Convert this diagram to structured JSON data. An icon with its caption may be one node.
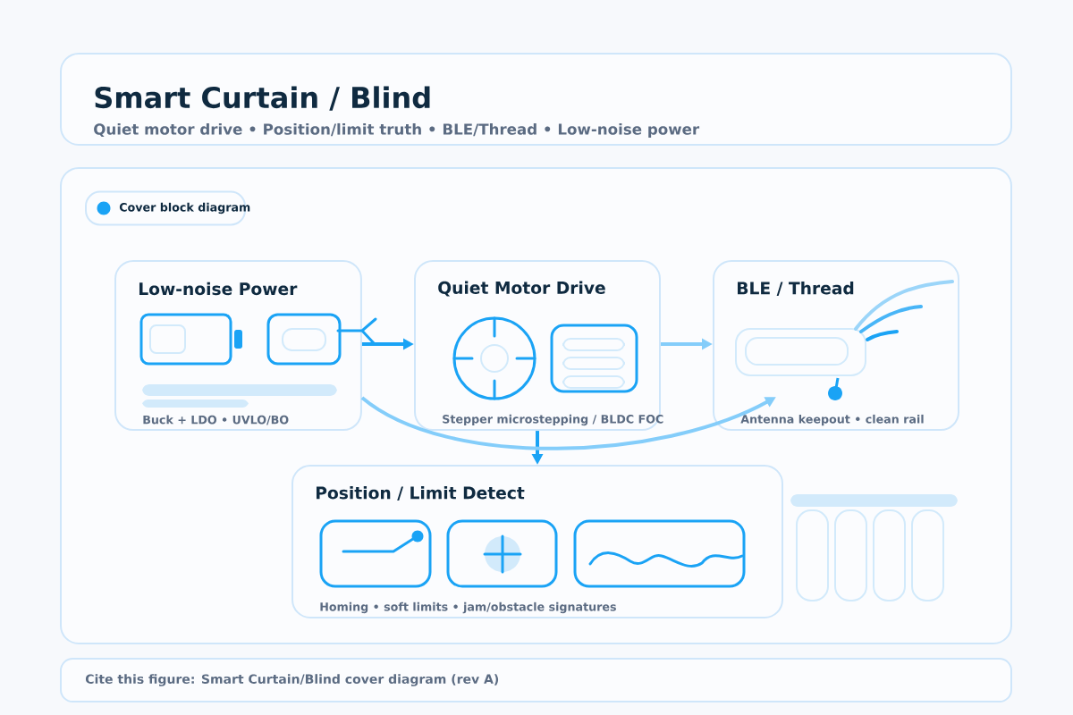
{
  "diagram": {
    "title": "Smart Curtain / Blind",
    "nodes": [
      {
        "text": [
          "Cover block diagram"
        ]
      },
      {
        "text": [
          "Low-noise Power",
          "Buck + LDO • UVLO/BO"
        ]
      },
      {
        "text": [
          "Quiet Motor Drive",
          "Stepper microstepping / BLDC FOC"
        ]
      },
      {
        "text": [
          "BLE / Thread",
          "Antenna keepout • clean rail"
        ]
      },
      {
        "text": [
          "Position / Limit Detect",
          "Homing • soft limits • jam/obstacle signatures"
        ]
      }
    ],
    "edges": [
      {
        "from": 1,
        "to": 2,
        "arrow": "to"
      },
      {
        "from": 2,
        "to": 3,
        "arrow": "to",
        "color": "#84cdfa"
      },
      {
        "from": 2,
        "to": 4,
        "arrow": "to"
      },
      {
        "from": 1,
        "to": 3,
        "arrow": "to",
        "color": "#84cdfa"
      }
    ],
    "labels": [
      "Quiet motor drive • Position/limit truth • BLE/Thread • Low-noise power",
      "Cite this figure: Smart Curtain/Blind cover diagram (rev A)"
    ]
  }
}
